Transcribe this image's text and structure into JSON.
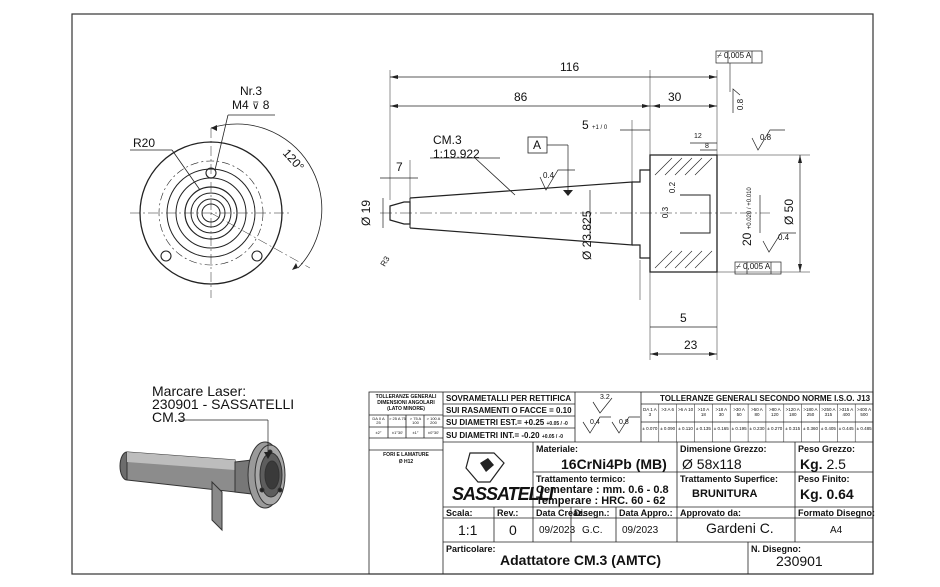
{
  "drawing": {
    "side_view": {
      "thread_label": "Nr.3",
      "thread_spec": "M4",
      "thread_depth": "8",
      "radius": "R20",
      "angle": "120°"
    },
    "profile_view": {
      "overall_length": "116",
      "taper_length": "86",
      "flange_length": "30",
      "taper_label": "CM.3",
      "taper_ratio": "1:19.922",
      "datum": "A",
      "tang_length": "7",
      "tang_dia": "Ø 19",
      "taper_dia": "Ø 23.825",
      "groove_width": "5",
      "groove_tol": "+1 / 0",
      "radius_small": "R3",
      "roughness_1": "0.4",
      "roughness_2": "0.8",
      "roughness_3": "0.8",
      "roughness_4": "0.4",
      "flatness_1": "0.8",
      "runout_1": "0,005 A",
      "runout_2": "0,005 A",
      "dim_12": "12",
      "dim_8": "8",
      "dim_03": "0.3",
      "dim_02": "0.2",
      "bore_dia": "20",
      "bore_tol": "+0.020 / +0.010",
      "flange_dia": "Ø 50",
      "dim_5": "5",
      "dim_23": "23"
    },
    "laser_note": {
      "line1": "Marcare Laser:",
      "line2": "230901 - SASSATELLI",
      "line3": "CM.3"
    }
  },
  "title_block": {
    "tol_angular": {
      "title": "TOLLERANZE GENERALI DIMENSIONI ANGOLARI (LATO MINORE)",
      "ranges": [
        "DA 0 A 25",
        "> 25 A 75",
        "> 75 A 100",
        "> 100 A 200"
      ],
      "values": [
        "±2°",
        "±1°30'",
        "±1°",
        "±0°30'"
      ],
      "holes_title": "FORI E LAMATURE",
      "holes_value": "Ø H12"
    },
    "grinding": {
      "title": "SOVRAMETALLI PER RETTIFICA",
      "row1": "SUI RASAMENTI O FACCE = 0.10",
      "row2": "SU DIAMETRI EST.= +0.25",
      "row2_tol": "+0.05 / -0",
      "row3": "SU DIAMETRI INT.= -0.20",
      "row3_tol": "+0.05 / -0"
    },
    "roughness_symbols": [
      "3.2",
      "0.4",
      "0.8"
    ],
    "iso_tol": {
      "title": "TOLLERANZE GENERALI SECONDO NORME I.S.O. J13",
      "ranges": [
        "DA 1 A 3",
        ">3 A 6",
        ">6 A 10",
        ">10 A 18",
        ">18 A 30",
        ">30 A 50",
        ">50 A 80",
        ">80 A 120",
        ">120 A 180",
        ">180 A 250",
        ">250 A 315",
        ">315 A 400",
        ">400 A 500"
      ],
      "values": [
        "± 0.070",
        "± 0.090",
        "± 0.110",
        "± 0.135",
        "± 0.165",
        "± 0.195",
        "± 0.230",
        "± 0.270",
        "± 0.315",
        "± 0.360",
        "± 0.405",
        "± 0.445",
        "± 0.485"
      ]
    },
    "logo_text": "SASSATELLI",
    "material_label": "Materiale:",
    "material": "16CrNi4Pb (MB)",
    "raw_dim_label": "Dimensione Grezzo:",
    "raw_dim": "Ø 58x118",
    "raw_weight_label": "Peso Grezzo:",
    "raw_weight_unit": "Kg.",
    "raw_weight": "2.5",
    "heat_label": "Trattamento termico:",
    "heat_line1": "Cementare :  mm.  0.6 - 0.8",
    "heat_line2": "Temperare :  HRC. 60 - 62",
    "surface_label": "Trattamento Superfice:",
    "surface": "BRUNITURA",
    "final_weight_label": "Peso Finito:",
    "final_weight_unit": "Kg.",
    "final_weight": "0.64",
    "scale_label": "Scala:",
    "scale": "1:1",
    "rev_label": "Rev.:",
    "rev": "0",
    "created_label": "Data Creaz.:",
    "created": "09/2023",
    "drawn_label": "Disegn.:",
    "drawn": "G.C.",
    "approved_date_label": "Data Appro.:",
    "approved_date": "09/2023",
    "approved_by_label": "Approvato da:",
    "approved_by": "Gardeni C.",
    "format_label": "Formato Disegno:",
    "format": "A4",
    "part_label": "Particolare:",
    "part": "Adattatore CM.3 (AMTC)",
    "drawing_no_label": "N. Disegno:",
    "drawing_no": "230901"
  }
}
